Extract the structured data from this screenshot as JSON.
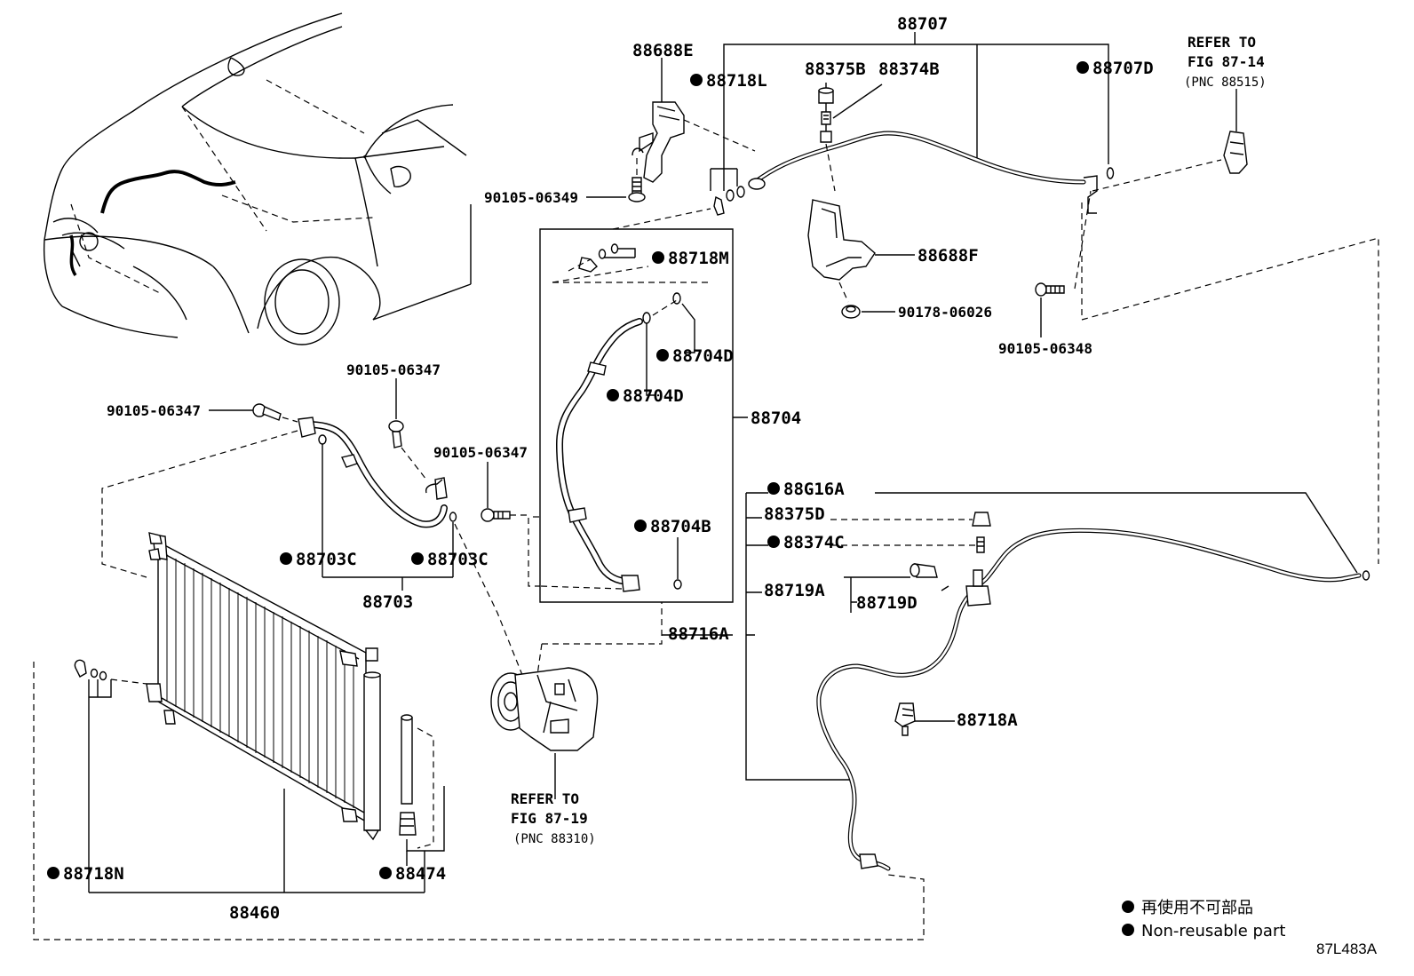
{
  "labels": {
    "p88707": "88707",
    "p88688E": "88688E",
    "p88718L": "88718L",
    "p88375B": "88375B",
    "p88374B": "88374B",
    "p88707D": "88707D",
    "refer_to_1": "REFER TO",
    "fig_87_14": "FIG 87-14",
    "pnc_88515": "(PNC 88515)",
    "p90105_06349": "90105-06349",
    "p88688F": "88688F",
    "p90178_06026": "90178-06026",
    "p90105_06348": "90105-06348",
    "p88718M": "88718M",
    "p88704D_a": "88704D",
    "p88704D_b": "88704D",
    "p88704": "88704",
    "p88704B": "88704B",
    "p90105_06347_a": "90105-06347",
    "p90105_06347_b": "90105-06347",
    "p90105_06347_c": "90105-06347",
    "p88703C_a": "88703C",
    "p88703C_b": "88703C",
    "p88703": "88703",
    "p88G16A": "88G16A",
    "p88375D": "88375D",
    "p88374C": "88374C",
    "p88719A": "88719A",
    "p88719D": "88719D",
    "p88716A": "88716A",
    "p88718A": "88718A",
    "refer_to_2": "REFER TO",
    "fig_87_19": "FIG 87-19",
    "pnc_88310": "(PNC 88310)",
    "p88718N": "88718N",
    "p88474": "88474",
    "p88460": "88460"
  },
  "legend": {
    "line_jp": "再使用不可部品",
    "line_en": "Non-reusable part"
  },
  "figure_id": "87L483A"
}
